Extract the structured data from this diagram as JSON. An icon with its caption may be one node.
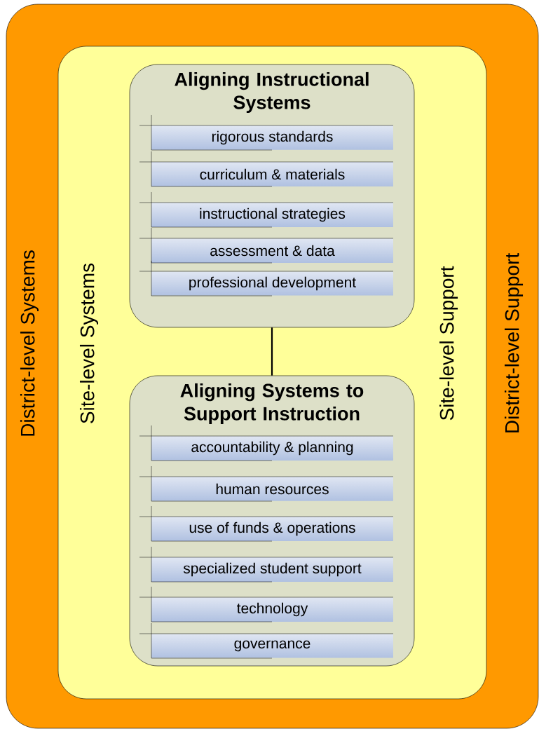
{
  "diagram": {
    "nodes": [
      {
        "text": [
          "District-level Systems",
          "District-level Support"
        ]
      },
      {
        "text": [
          "Site-level Systems",
          "Site-level Support"
        ],
        "in": 0
      },
      {
        "text": [
          "Aligning Instructional Systems"
        ],
        "in": 1
      },
      {
        "text": [
          "rigorous standards"
        ],
        "in": 2
      },
      {
        "text": [
          "curriculum & materials"
        ],
        "in": 2
      },
      {
        "text": [
          "instructional strategies"
        ],
        "in": 2
      },
      {
        "text": [
          "assessment & data"
        ],
        "in": 2
      },
      {
        "text": [
          "professional development"
        ],
        "in": 2
      },
      {
        "text": [
          "Aligning Systems to Support Instruction"
        ],
        "in": 1
      },
      {
        "text": [
          "accountability & planning"
        ],
        "in": 8
      },
      {
        "text": [
          "human resources"
        ],
        "in": 8
      },
      {
        "text": [
          "use of funds & operations"
        ],
        "in": 8
      },
      {
        "text": [
          "specialized student support"
        ],
        "in": 8
      },
      {
        "text": [
          "technology"
        ],
        "in": 8
      },
      {
        "text": [
          "governance"
        ],
        "in": 8
      }
    ],
    "edges": [
      {
        "from": 2,
        "to": 8,
        "arrow": "none"
      }
    ]
  }
}
